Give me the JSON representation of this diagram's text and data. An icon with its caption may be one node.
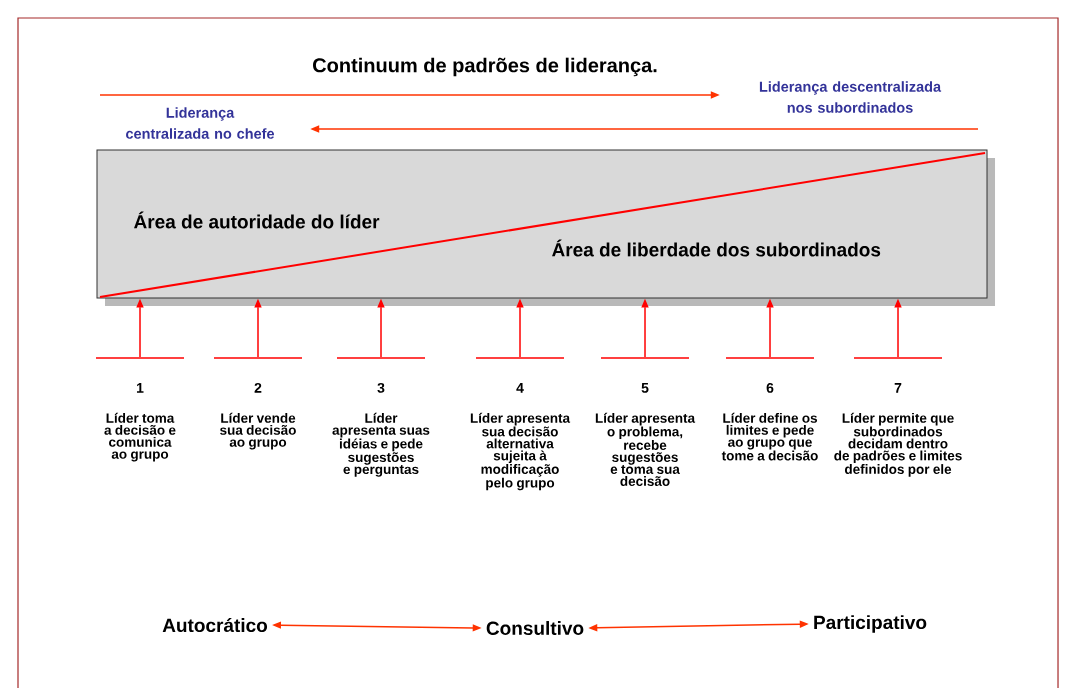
{
  "diagram": {
    "title": "Continuum de padrões de liderança.",
    "nodes": [
      {
        "text": [
          "Área de autoridade do líder",
          "Área de liberdade dos subordinados"
        ]
      },
      {
        "text": [
          "1",
          "Líder toma a decisão e comunica ao grupo"
        ]
      },
      {
        "text": [
          "2",
          "Líder vende sua decisão ao grupo"
        ]
      },
      {
        "text": [
          "3",
          "Líder apresenta suas idéias e pede sugestões e perguntas"
        ]
      },
      {
        "text": [
          "4",
          "Líder apresenta sua decisão alternativa sujeita à modificação pelo grupo"
        ]
      },
      {
        "text": [
          "5",
          "Líder apresenta o problema, recebe sugestões e toma sua decisão"
        ]
      },
      {
        "text": [
          "6",
          "Líder define os limites e pede ao grupo que tome a decisão"
        ]
      },
      {
        "text": [
          "7",
          "Líder permite que subordinados decidam dentro de padrões e limites definidos por ele"
        ]
      },
      {
        "text": [
          "Liderança centralizada no chefe"
        ]
      },
      {
        "text": [
          "Liderança descentralizada nos subordinados"
        ]
      },
      {
        "text": [
          "Autocrático"
        ]
      },
      {
        "text": [
          "Consultivo"
        ]
      },
      {
        "text": [
          "Participativo"
        ]
      }
    ],
    "edges": [
      {
        "from": 1,
        "to": 0,
        "arrow": "to"
      },
      {
        "from": 2,
        "to": 0,
        "arrow": "to"
      },
      {
        "from": 3,
        "to": 0,
        "arrow": "to"
      },
      {
        "from": 4,
        "to": 0,
        "arrow": "to"
      },
      {
        "from": 5,
        "to": 0,
        "arrow": "to"
      },
      {
        "from": 6,
        "to": 0,
        "arrow": "to"
      },
      {
        "from": 7,
        "to": 0,
        "arrow": "to"
      },
      {
        "from": null,
        "to": 9,
        "arrow": "to"
      },
      {
        "from": null,
        "to": 8,
        "arrow": "to"
      },
      {
        "from": 10,
        "to": 11,
        "arrow": "both"
      },
      {
        "from": 11,
        "to": 12,
        "arrow": "both"
      }
    ]
  }
}
